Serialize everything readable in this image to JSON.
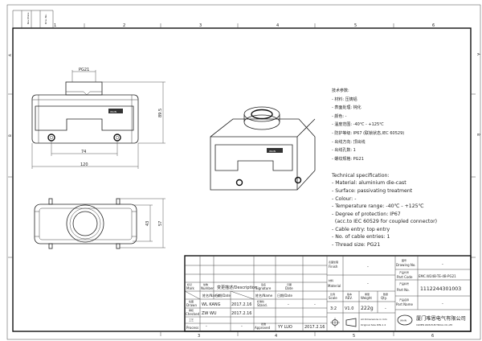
{
  "zones_top": [
    "1",
    "2",
    "3",
    "4",
    "5",
    "6"
  ],
  "zones_bottom": [
    "3",
    "4",
    "5",
    "6"
  ],
  "zones_left": [
    "A",
    "B"
  ],
  "zones_right": [
    "A",
    "B"
  ],
  "corner_box": [
    "Rev./Date",
    "Drw. No."
  ],
  "front_view": {
    "boss_label": "PG21",
    "dims": {
      "height": "89.5",
      "screw_spacing": "74",
      "width": "120"
    },
    "brand": "WAIN"
  },
  "bottom_view": {
    "dims": {
      "inner": "43",
      "outer": "57"
    }
  },
  "iso_view": {
    "brand": "WAIN"
  },
  "spec_cn": {
    "title": "技术参数:",
    "lines": [
      "- 材料: 压铸铝",
      "- 表面处理: 钝化",
      "- 颜色: -",
      "- 温度范围: -40℃ - +125℃",
      "- 防护等级: IP67 (联锁状态,IEC 60529)",
      "- 出线方向: 顶出线",
      "- 出线孔数: 1",
      "- 螺纹规格: PG21"
    ]
  },
  "spec_en": {
    "title": "Technical specification:",
    "lines": [
      "- Material: aluminium die-cast",
      "- Surface: passivating treatment",
      "- Colour: -",
      "- Temperature range: -40℃ - +125℃",
      "- Degree of protection: IP67",
      "  (acc.to IEC 60529 for coupled connector)",
      "- Cable entry: top entry",
      "- No. of cable entries: 1",
      "- Thread size: PG21"
    ]
  },
  "title_block": {
    "mark": "Mark",
    "mark_cn": "标记",
    "number": "Number",
    "number_cn": "处数",
    "description": "变更描述/Description",
    "signature": "Signature",
    "signature_cn": "签名",
    "date": "Date",
    "date_cn": "日期",
    "name_date_1": "姓名/Name",
    "date_1": "日期/Date",
    "name_date_2": "姓名/Name",
    "date_2": "日期/Date",
    "drawn": "Drawn",
    "drawn_cn": "绘图",
    "drawn_name": "WL KANG",
    "drawn_date": "2017.2.16",
    "stand": "Stand.",
    "stand_cn": "标准化",
    "stand_name": "-",
    "stand_date": "-",
    "checked": "Checked",
    "checked_cn": "审核",
    "checked_name": "ZW WU",
    "checked_date": "2017.2.16",
    "process": "Process",
    "process_cn": "工艺",
    "process_name": "-",
    "process_date": "-",
    "approved": "Approved",
    "approved_cn": "批准",
    "approved_name": "YY LUO",
    "approved_date": "2017.2.16",
    "finish": "Finish",
    "finish_cn": "表面处理",
    "finish_value": "-",
    "material": "Material",
    "material_cn": "材料",
    "material_value": "-",
    "scale": "Scale",
    "scale_cn": "比例",
    "scale_value": "3:2",
    "rev": "REV.",
    "rev_cn": "版本",
    "rev_value": "V1.0",
    "weight": "Weight",
    "weight_cn": "重量",
    "weight_value": "222g",
    "qty": "Qty.",
    "qty_cn": "数量",
    "qty_value": "-",
    "dim_note_1": "All Dimensions in mm",
    "dim_note_2": "Original Size DIN A 4",
    "drawing_no": "Drawing No.",
    "drawing_no_cn": "图号",
    "drawing_no_value": "-",
    "part_code": "Part Code",
    "part_code_cn": "产品代号",
    "part_code_value": "EMC.W24B-TE-4B-PG21",
    "part_no": "Part No.",
    "part_no_cn": "产品料号",
    "part_no_value": "1112244301003",
    "part_name": "Part Name",
    "part_name_cn": "产品名称",
    "part_name_value": "-",
    "company_cn": "厦门唯恩电气有限公司",
    "company_en": "XIAMEN WAIN ELECTRICAL CO.,LTD",
    "logo": "WAIN"
  }
}
